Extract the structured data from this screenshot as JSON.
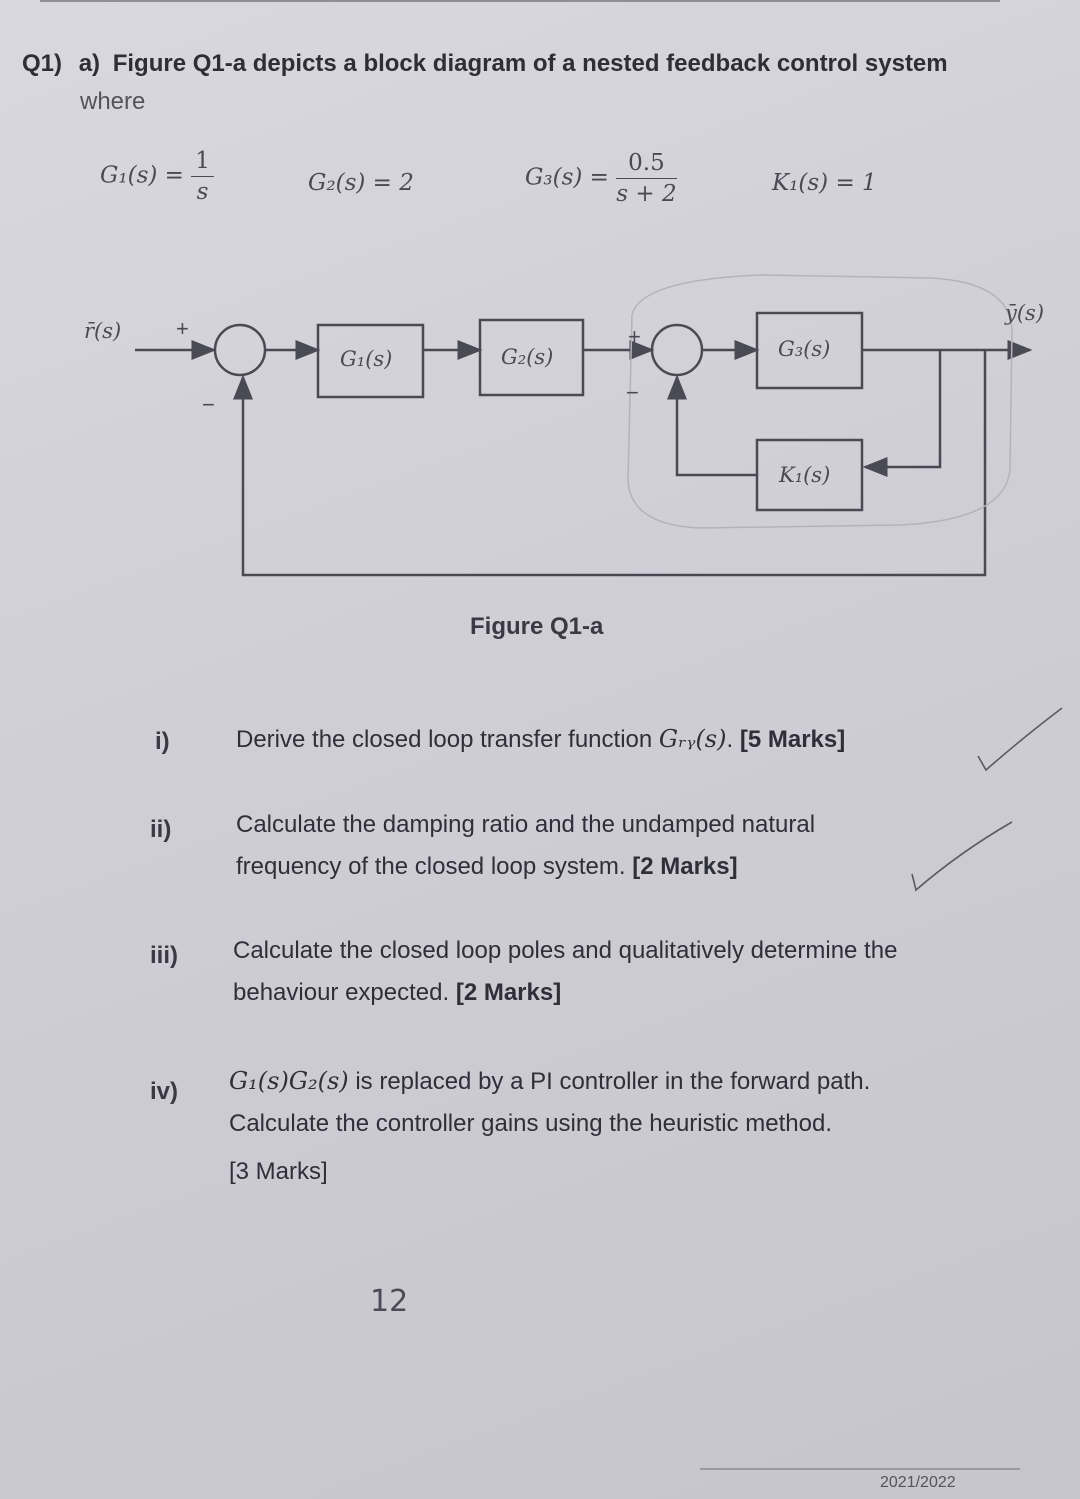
{
  "question": {
    "number": "Q1)",
    "part": "a)",
    "intro": "Figure Q1-a depicts a block diagram of a nested feedback control system",
    "where": "where"
  },
  "definitions": {
    "g1_lhs": "G₁(s) =",
    "g1_num": "1",
    "g1_den": "s",
    "g2": "G₂(s) = 2",
    "g3_lhs": "G₃(s) =",
    "g3_num": "0.5",
    "g3_den": "s + 2",
    "k1": "K₁(s) = 1"
  },
  "diagram": {
    "input_label": "r̄(s)",
    "output_label": "ȳ(s)",
    "plus": "+",
    "minus": "−",
    "blocks": [
      "G₁(s)",
      "G₂(s)",
      "G₃(s)",
      "K₁(s)"
    ]
  },
  "caption": "Figure Q1-a",
  "items": [
    {
      "num": "i)",
      "pre": "Derive the closed loop transfer function ",
      "math": "Gᵣᵧ(s)",
      "post": ". ",
      "marks": "[5 Marks]"
    },
    {
      "num": "ii)",
      "line1": "Calculate the damping ratio and the undamped natural",
      "line2": "frequency of the closed loop system. ",
      "marks": "[2 Marks]"
    },
    {
      "num": "iii)",
      "line1": "Calculate the closed loop poles and qualitatively determine the",
      "line2": "behaviour expected. ",
      "marks": "[2 Marks]"
    },
    {
      "num": "iv)",
      "math": "G₁(s)G₂(s)",
      "line1": " is replaced by a PI controller in the forward path.",
      "line2": "Calculate the controller gains using the heuristic method.",
      "marks": "[3 Marks]"
    }
  ],
  "handwriting": {
    "page_note": "12"
  },
  "footer": "2021/2022"
}
